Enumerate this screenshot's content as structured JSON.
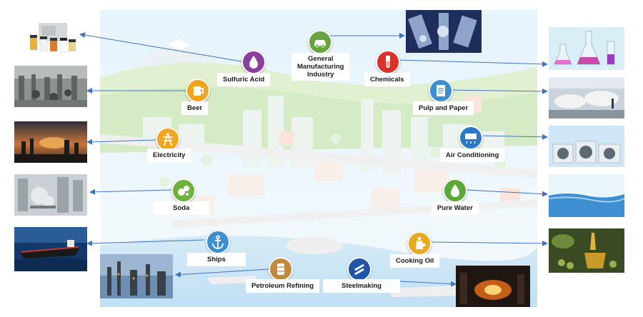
{
  "industries": {
    "sulfuric_acid": "Sulfuric Acid",
    "general_manufacturing": "General\nManufacturing\nIndustry",
    "chemicals": "Chemicals",
    "beer": "Beer",
    "pulp_and_paper": "Pulp and Paper",
    "electricity": "Electricity",
    "air_conditioning": "Air Conditioning",
    "soda": "Soda",
    "pure_water": "Pure Water",
    "ships": "Ships",
    "cooking_oil": "Cooking Oil",
    "petroleum_refining": "Petroleum Refining",
    "steelmaking": "Steelmaking"
  },
  "icon_names": {
    "sulfuric_acid": "acid-drop-icon",
    "general_manufacturing": "car-icon",
    "chemicals": "test-tube-icon",
    "beer": "beer-mug-icon",
    "pulp_and_paper": "paper-document-icon",
    "electricity": "power-tower-icon",
    "air_conditioning": "air-conditioner-icon",
    "soda": "soda-bubbles-icon",
    "pure_water": "water-drop-icon",
    "ships": "anchor-icon",
    "cooking_oil": "oil-bottle-icon",
    "petroleum_refining": "oil-barrel-icon",
    "steelmaking": "steel-beams-icon"
  },
  "colors": {
    "connector": "#3f72c4",
    "sulfuric_acid": "#8a3f9e",
    "general_manufacturing": "#67a33e",
    "chemicals": "#d9322b",
    "beer": "#f2a51f",
    "pulp_and_paper": "#3d8fd1",
    "electricity": "#f2a51f",
    "air_conditioning": "#2a79c9",
    "soda": "#6db33f",
    "pure_water": "#5aa838",
    "ships": "#3d8fd1",
    "cooking_oil": "#e8a91c",
    "petroleum_refining": "#c08a3e",
    "steelmaking": "#1f55a6"
  }
}
